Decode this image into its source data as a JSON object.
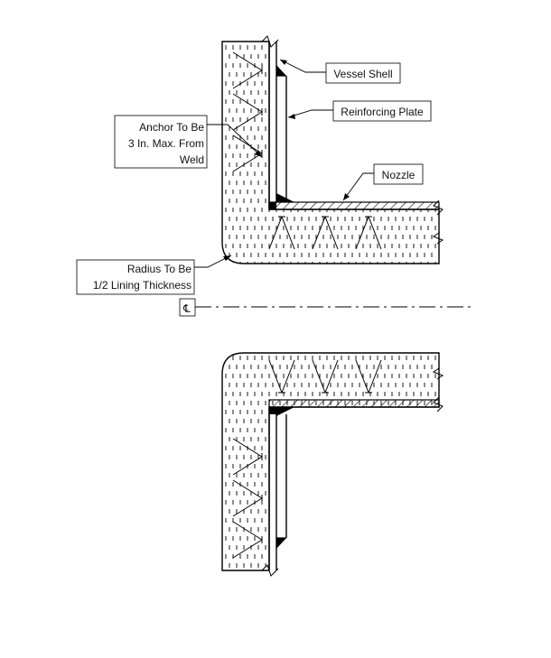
{
  "labels": {
    "vessel_shell": "Vessel Shell",
    "reinforcing_plate": "Reinforcing Plate",
    "nozzle": "Nozzle",
    "anchor_line1": "Anchor To Be",
    "anchor_line2": "3 In. Max. From",
    "anchor_line3": "Weld",
    "radius_line1": "Radius To Be",
    "radius_line2": "1/2 Lining Thickness",
    "centerline": "℄"
  }
}
